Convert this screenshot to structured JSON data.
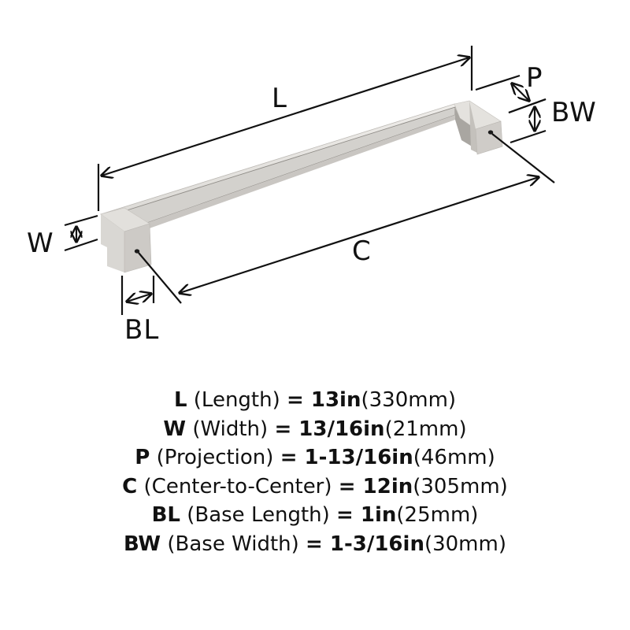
{
  "diagram": {
    "title": "Pull handle dimension diagram",
    "colors": {
      "metal_light": "#e6e4e1",
      "metal_mid": "#d2d0cc",
      "metal_dark": "#b4b1ac",
      "line": "#111111"
    },
    "labels": {
      "L": "L",
      "P": "P",
      "BW": "BW",
      "W": "W",
      "C": "C",
      "BL": "BL"
    }
  },
  "specs": [
    {
      "abbr": "L",
      "name": " (Length) ",
      "eq": "= ",
      "imperial": "13in",
      "metric": "(330mm)"
    },
    {
      "abbr": "W",
      "name": " (Width) ",
      "eq": "= ",
      "imperial": "13/16in",
      "metric": "(21mm)"
    },
    {
      "abbr": "P",
      "name": " (Projection) ",
      "eq": "= ",
      "imperial": "1-13/16in",
      "metric": "(46mm)"
    },
    {
      "abbr": "C",
      "name": " (Center-to-Center) ",
      "eq": "= ",
      "imperial": "12in",
      "metric": "(305mm)"
    },
    {
      "abbr": "BL",
      "name": " (Base Length) ",
      "eq": "= ",
      "imperial": "1in",
      "metric": "(25mm)"
    },
    {
      "abbr": "BW",
      "name": " (Base Width) ",
      "eq": "= ",
      "imperial": "1-3/16in",
      "metric": "(30mm)"
    }
  ]
}
